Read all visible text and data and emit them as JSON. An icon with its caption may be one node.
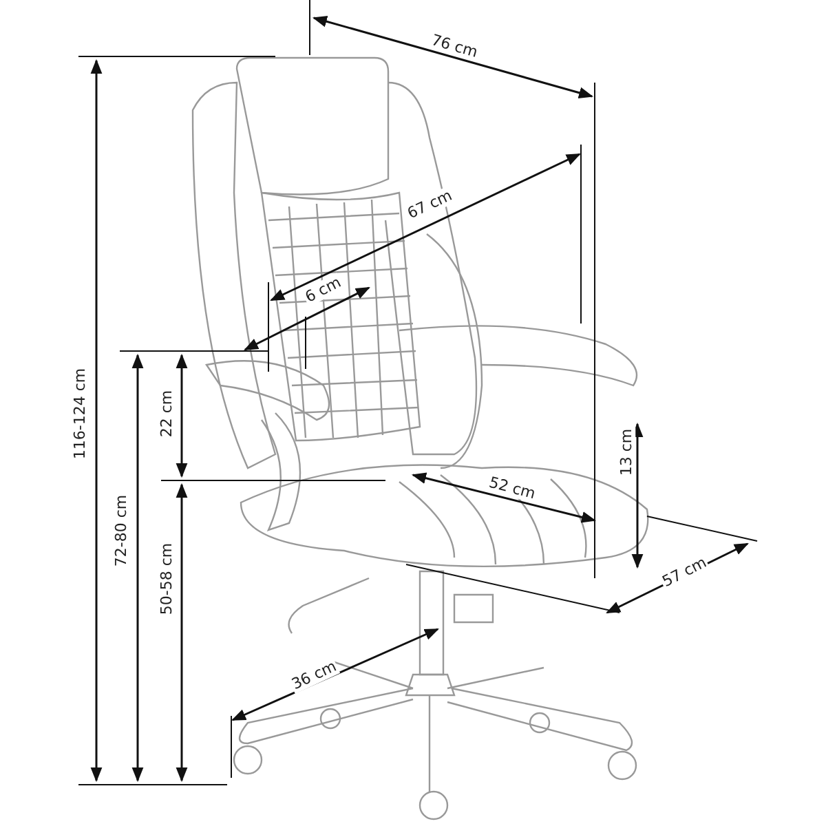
{
  "diagram": {
    "labels": [
      "76 cm",
      "67 cm",
      "6 cm",
      "116-124 cm",
      "22 cm",
      "13 cm",
      "52 cm",
      "72-80 cm",
      "57 cm",
      "50-58 cm",
      "36 cm"
    ]
  }
}
